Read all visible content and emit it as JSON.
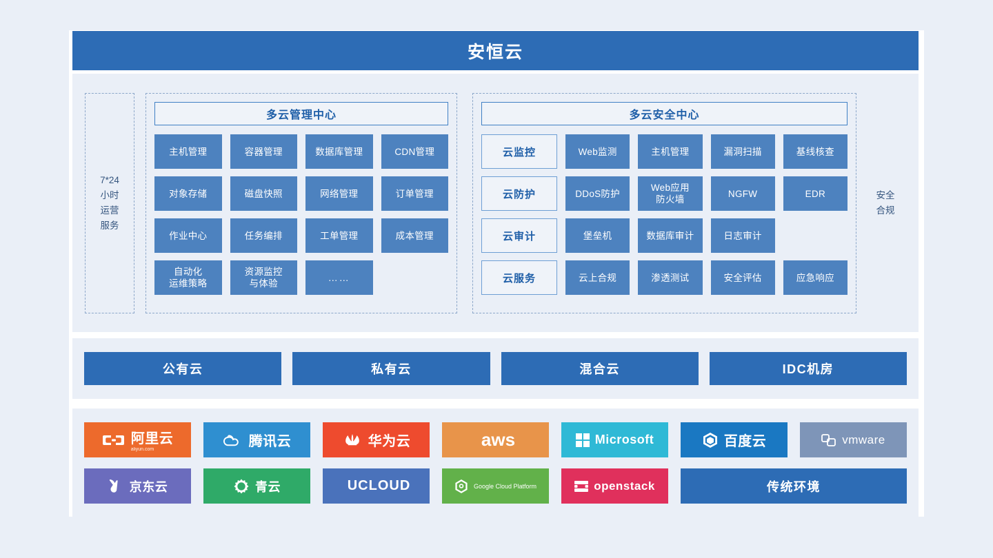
{
  "header": {
    "title": "安恒云"
  },
  "ops_column": {
    "label": "7*24\n小时\n运营\n服务"
  },
  "compliance_column": {
    "label": "安全\n合规"
  },
  "manage_center": {
    "title": "多云管理中心",
    "tiles": [
      "主机管理",
      "容器管理",
      "数据库管理",
      "CDN管理",
      "对象存储",
      "磁盘快照",
      "网络管理",
      "订单管理",
      "作业中心",
      "任务编排",
      "工单管理",
      "成本管理",
      "自动化\n运维策略",
      "资源监控\n与体验",
      "……",
      ""
    ]
  },
  "security_center": {
    "title": "多云安全中心",
    "rows": [
      {
        "head": "云监控",
        "tiles": [
          "Web监测",
          "主机管理",
          "漏洞扫描",
          "基线核查"
        ]
      },
      {
        "head": "云防护",
        "tiles": [
          "DDoS防护",
          "Web应用\n防火墙",
          "NGFW",
          "EDR"
        ]
      },
      {
        "head": "云审计",
        "tiles": [
          "堡垒机",
          "数据库审计",
          "日志审计",
          ""
        ]
      },
      {
        "head": "云服务",
        "tiles": [
          "云上合规",
          "渗透测试",
          "安全评估",
          "应急响应"
        ]
      }
    ]
  },
  "deployment": {
    "tiles": [
      "公有云",
      "私有云",
      "混合云",
      "IDC机房"
    ]
  },
  "vendors": [
    {
      "name": "阿里云",
      "sub": "aliyun.com",
      "icon": "alibaba-cloud-icon",
      "bg": "#ed6a2c",
      "font_size": 20
    },
    {
      "name": "腾讯云",
      "sub": "",
      "icon": "tencent-cloud-icon",
      "bg": "#2f8fd0",
      "font_size": 20
    },
    {
      "name": "华为云",
      "sub": "",
      "icon": "huawei-cloud-icon",
      "bg": "#ee4b2e",
      "font_size": 20
    },
    {
      "name": "aws",
      "sub": "",
      "icon": "aws-icon",
      "bg": "#e8944a",
      "font_size": 26
    },
    {
      "name": "Microsoft",
      "sub": "",
      "icon": "microsoft-icon",
      "bg": "#2fb9d6",
      "font_size": 18
    },
    {
      "name": "百度云",
      "sub": "",
      "icon": "baidu-cloud-icon",
      "bg": "#1a78c2",
      "font_size": 20
    },
    {
      "name": "vmware",
      "sub": "",
      "icon": "vmware-icon",
      "bg": "#7e95b8",
      "font_size": 17
    },
    {
      "name": "京东云",
      "sub": "",
      "icon": "jd-cloud-icon",
      "bg": "#6b6cbd",
      "font_size": 18
    },
    {
      "name": "青云",
      "sub": "",
      "icon": "qingcloud-icon",
      "bg": "#2faa68",
      "font_size": 18
    },
    {
      "name": "UCLOUD",
      "sub": "",
      "icon": "ucloud-icon",
      "bg": "#4a72bb",
      "font_size": 20
    },
    {
      "name": "Google Cloud Platform",
      "sub": "",
      "icon": "google-cloud-icon",
      "bg": "#62b council",
      "font_size": 9
    },
    {
      "name": "openstack",
      "sub": "",
      "icon": "openstack-icon",
      "bg": "#e0305c",
      "font_size": 17
    },
    {
      "name": "传统环境",
      "sub": "",
      "icon": "none",
      "bg": "#2d6cb5",
      "font_size": 18
    }
  ],
  "colors": {
    "brand_blue": "#2d6cb5",
    "tile_blue": "#4d82bf",
    "panel_bg": "#eaeff7",
    "accent_border": "#3f7fc4"
  }
}
